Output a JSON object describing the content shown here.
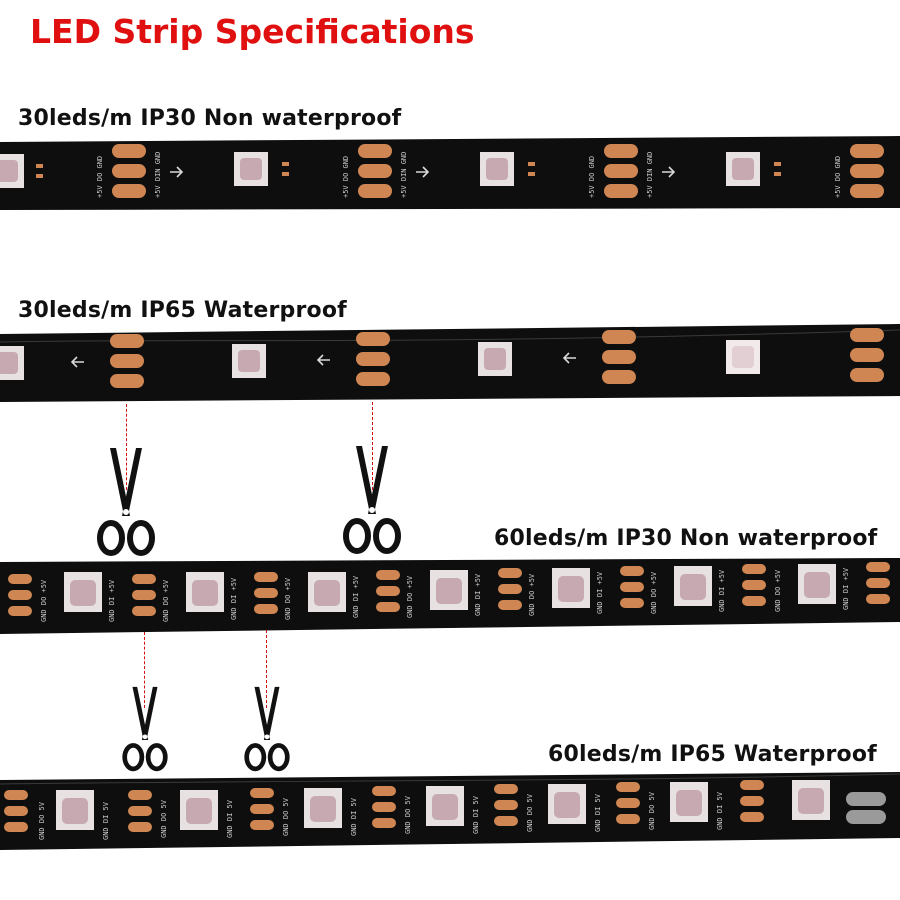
{
  "title": "LED Strip Specifications",
  "strips": [
    {
      "label": "30leds/m  IP30 Non waterproof",
      "density": 30,
      "waterproof": false
    },
    {
      "label": "30leds/m  IP65 Waterproof",
      "density": 30,
      "waterproof": true
    },
    {
      "label": "60leds/m  IP30 Non waterproof",
      "density": 60,
      "waterproof": false
    },
    {
      "label": "60leds/m  IP65 Waterproof",
      "density": 60,
      "waterproof": true
    }
  ],
  "pad_text": [
    "GND",
    "+5V",
    "DIN",
    "DO"
  ],
  "colors": {
    "title": "#e01010",
    "strip": "#0e0e0e",
    "pad": "#cf8652",
    "led": "#e6d2d2",
    "cutline": "#d01010"
  },
  "icons": [
    "scissors-icon",
    "arrow-icon",
    "led-chip-icon",
    "solder-pad-icon",
    "capacitor-icon"
  ]
}
